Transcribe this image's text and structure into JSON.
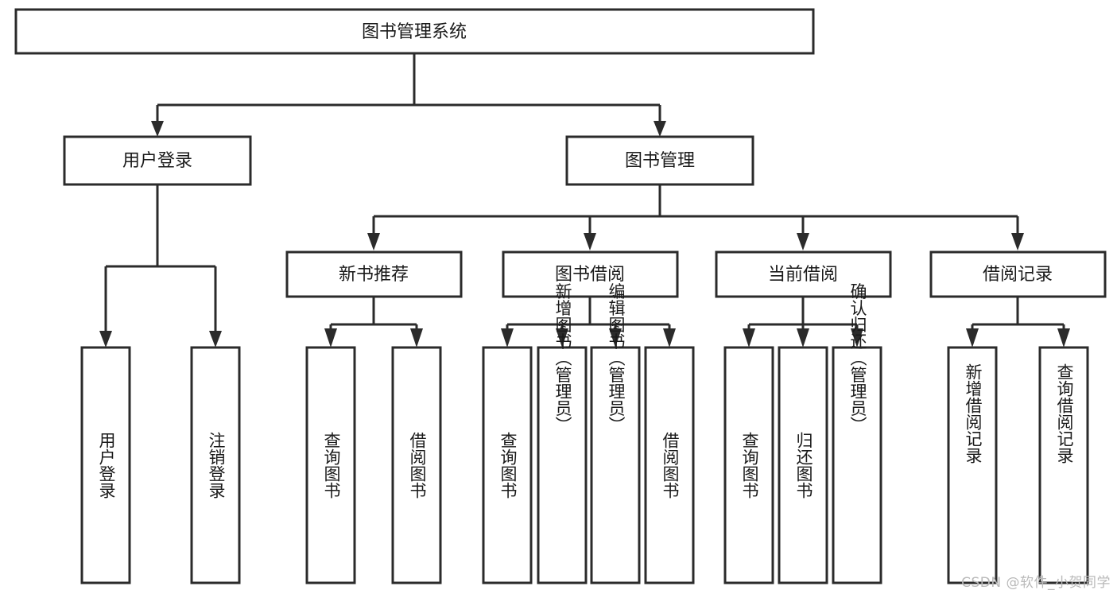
{
  "diagram": {
    "type": "tree-hierarchy",
    "title": "图书管理系统",
    "watermark": "CSDN @软件_小贺同学",
    "colors": {
      "background": "#ffffff",
      "stroke": "#2b2b2b",
      "fill": "#ffffff",
      "text": "#1a1a1a",
      "watermark": "#b9b9b9"
    },
    "levels": {
      "root": {
        "label": "图书管理系统"
      },
      "level2": [
        {
          "id": "user-login",
          "label": "用户登录"
        },
        {
          "id": "book-management",
          "label": "图书管理"
        }
      ],
      "level3": [
        {
          "id": "new-book-recommend",
          "label": "新书推荐",
          "parent": "book-management"
        },
        {
          "id": "book-borrow",
          "label": "图书借阅",
          "parent": "book-management"
        },
        {
          "id": "current-borrow",
          "label": "当前借阅",
          "parent": "book-management"
        },
        {
          "id": "borrow-record",
          "label": "借阅记录",
          "parent": "book-management"
        }
      ],
      "leaves": [
        {
          "id": "leaf-user-login",
          "label": "用户登录",
          "parent": "user-login"
        },
        {
          "id": "leaf-logout",
          "label": "注销登录",
          "parent": "user-login"
        },
        {
          "id": "leaf-query-book-1",
          "label": "查询图书",
          "parent": "new-book-recommend"
        },
        {
          "id": "leaf-borrow-book-1",
          "label": "借阅图书",
          "parent": "new-book-recommend"
        },
        {
          "id": "leaf-query-book-2",
          "label": "查询图书",
          "parent": "book-borrow"
        },
        {
          "id": "leaf-add-book",
          "label": "新增图书（管理员）",
          "parent": "book-borrow"
        },
        {
          "id": "leaf-edit-book",
          "label": "编辑图书（管理员）",
          "parent": "book-borrow"
        },
        {
          "id": "leaf-borrow-book-2",
          "label": "借阅图书",
          "parent": "book-borrow"
        },
        {
          "id": "leaf-query-book-3",
          "label": "查询图书",
          "parent": "current-borrow"
        },
        {
          "id": "leaf-return-book",
          "label": "归还图书",
          "parent": "current-borrow"
        },
        {
          "id": "leaf-confirm-return",
          "label": "确认归还（管理员）",
          "parent": "current-borrow"
        },
        {
          "id": "leaf-add-record",
          "label": "新增借阅记录",
          "parent": "borrow-record"
        },
        {
          "id": "leaf-query-record",
          "label": "查询借阅记录",
          "parent": "borrow-record"
        }
      ]
    }
  }
}
